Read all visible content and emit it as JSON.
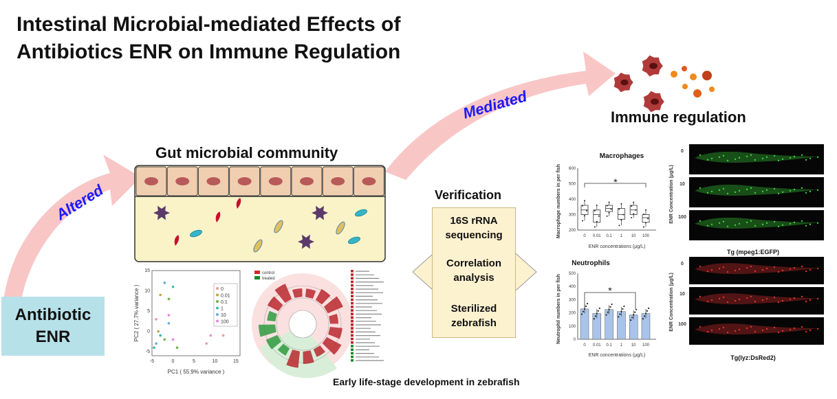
{
  "title_line1": "Intestinal Microbial-mediated Effects of",
  "title_line2": "Antibiotics ENR on Immune Regulation",
  "antibiotic_line1": "Antibiotic",
  "antibiotic_line2": "ENR",
  "altered_label": "Altered",
  "mediated_label": "Mediated",
  "gut_title": "Gut microbial community",
  "immune_title": "Immune regulation",
  "verification": {
    "title": "Verification",
    "items": [
      "16S rRNA sequencing",
      "Correlation analysis",
      "Sterilized zebrafish"
    ]
  },
  "bottom_caption": "Early life-stage development in zebrafish",
  "colors": {
    "arrow": "#f9c6c6",
    "gut_cells": "#f0cfb0",
    "lumen": "#faf3c8",
    "verification_box": "#fdf2d0",
    "antibiotic_box": "#b7e1e9"
  },
  "pca": {
    "xlabel": "PC1 ( 55.9% variance )",
    "ylabel": "PC2 ( 27.7% variance )",
    "xticks": [
      "-5",
      "0",
      "5",
      "10",
      "15"
    ],
    "yticks": [
      "-5",
      "0",
      "5",
      "10",
      "15"
    ],
    "legend": [
      "0",
      "0.01",
      "0.1",
      "1",
      "10",
      "100"
    ],
    "legend_colors": [
      "#e89a9a",
      "#b9a64a",
      "#6fb24a",
      "#3fb7a8",
      "#6aa7e0",
      "#e08ad8"
    ]
  },
  "lefse": {
    "legend": [
      "control",
      "treated"
    ],
    "colors": [
      "#d62728",
      "#1a8a2a"
    ]
  },
  "macrophages": {
    "title": "Macrophages",
    "ylabel": "Macrophage numbers in per fish",
    "xlabel": "ENR concentrations (μg/L)",
    "categories": [
      "0",
      "0.01",
      "0.1",
      "1",
      "10",
      "100"
    ],
    "yticks": [
      "200",
      "300",
      "400",
      "500",
      "600"
    ],
    "star": "*"
  },
  "neutrophils": {
    "title": "Neutrophils",
    "ylabel": "Neutrophil numbers in per fish",
    "xlabel": "ENR concentrations (μg/L)",
    "categories": [
      "0",
      "0.01",
      "0.1",
      "1",
      "10",
      "100"
    ],
    "yticks": [
      "0",
      "100",
      "200",
      "300",
      "400",
      "500"
    ],
    "star": "*"
  },
  "fish_green": {
    "axis_label": "ENR Concentration (μg/L)",
    "rows": [
      "0",
      "10",
      "100"
    ],
    "caption": "Tg (mpeg1:EGFP)"
  },
  "fish_red": {
    "axis_label": "ENR Concentration (μg/L)",
    "rows": [
      "0",
      "10",
      "100"
    ],
    "caption": "Tg(lyz:DsRed2)"
  }
}
